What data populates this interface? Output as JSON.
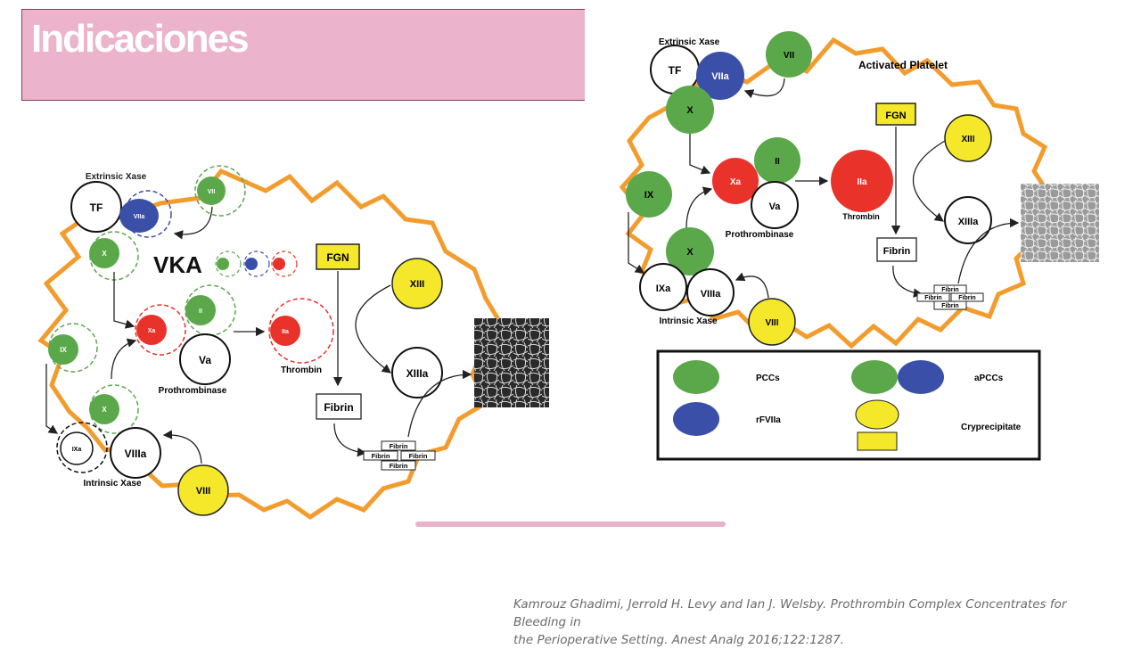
{
  "slide": {
    "title": "Indicaciones",
    "citation_line1": "Kamrouz Ghadimi, Jerrold H. Levy and Ian J. Welsby. Prothrombin Complex Concentrates for Bleeding in",
    "citation_line2": "the Perioperative Setting. Anest Analg 2016;122:1287."
  },
  "left_diagram": {
    "extrinsic_xase": "Extrinsic Xase",
    "tf": "TF",
    "viia": "VIIa",
    "vii": "VII",
    "x_top": "X",
    "vka": "VKA",
    "fgn": "FGN",
    "xiii": "XIII",
    "ix": "IX",
    "xa": "Xa",
    "ii": "II",
    "iia": "IIa",
    "va": "Va",
    "prothrombinase": "Prothrombinase",
    "thrombin": "Thrombin",
    "xiiia": "XIIIa",
    "fibrin": "Fibrin",
    "x_bottom": "X",
    "ixa": "IXa",
    "viiia": "VIIIa",
    "intrinsic_xase": "Intrinsic Xase",
    "viii": "VIII",
    "fibrin_mesh": [
      "Fibrin",
      "Fibrin",
      "Fibrin",
      "Fibrin"
    ]
  },
  "right_diagram": {
    "extrinsic_xase": "Extrinsic Xase",
    "tf": "TF",
    "viia": "VIIa",
    "vii": "VII",
    "activated_platelet": "Activated Platelet",
    "x_top": "X",
    "fgn": "FGN",
    "xiii": "XIII",
    "ii": "II",
    "xa": "Xa",
    "iia": "IIa",
    "ix": "IX",
    "va": "Va",
    "thrombin": "Thrombin",
    "xiiia": "XIIIa",
    "prothrombinase": "Prothrombinase",
    "fibrin": "Fibrin",
    "x_bottom": "X",
    "ixa": "IXa",
    "viiia": "VIIIa",
    "intrinsic_xase": "Intrinsic Xase",
    "viii": "VIII",
    "fibrin_mesh": [
      "Fibrin",
      "Fibrin",
      "Fibrin",
      "Fibrin"
    ]
  },
  "legend": {
    "pccs": "PCCs",
    "apccs": "aPCCs",
    "rfviia": "rFVIIa",
    "cryo": "Cryprecipitate"
  },
  "colors": {
    "green": "#5aa84a",
    "blue": "#3a4fa8",
    "red": "#e8322a",
    "yellow": "#f5e82a",
    "orange": "#f39c2e",
    "title_bg": "#ebb3cc"
  }
}
